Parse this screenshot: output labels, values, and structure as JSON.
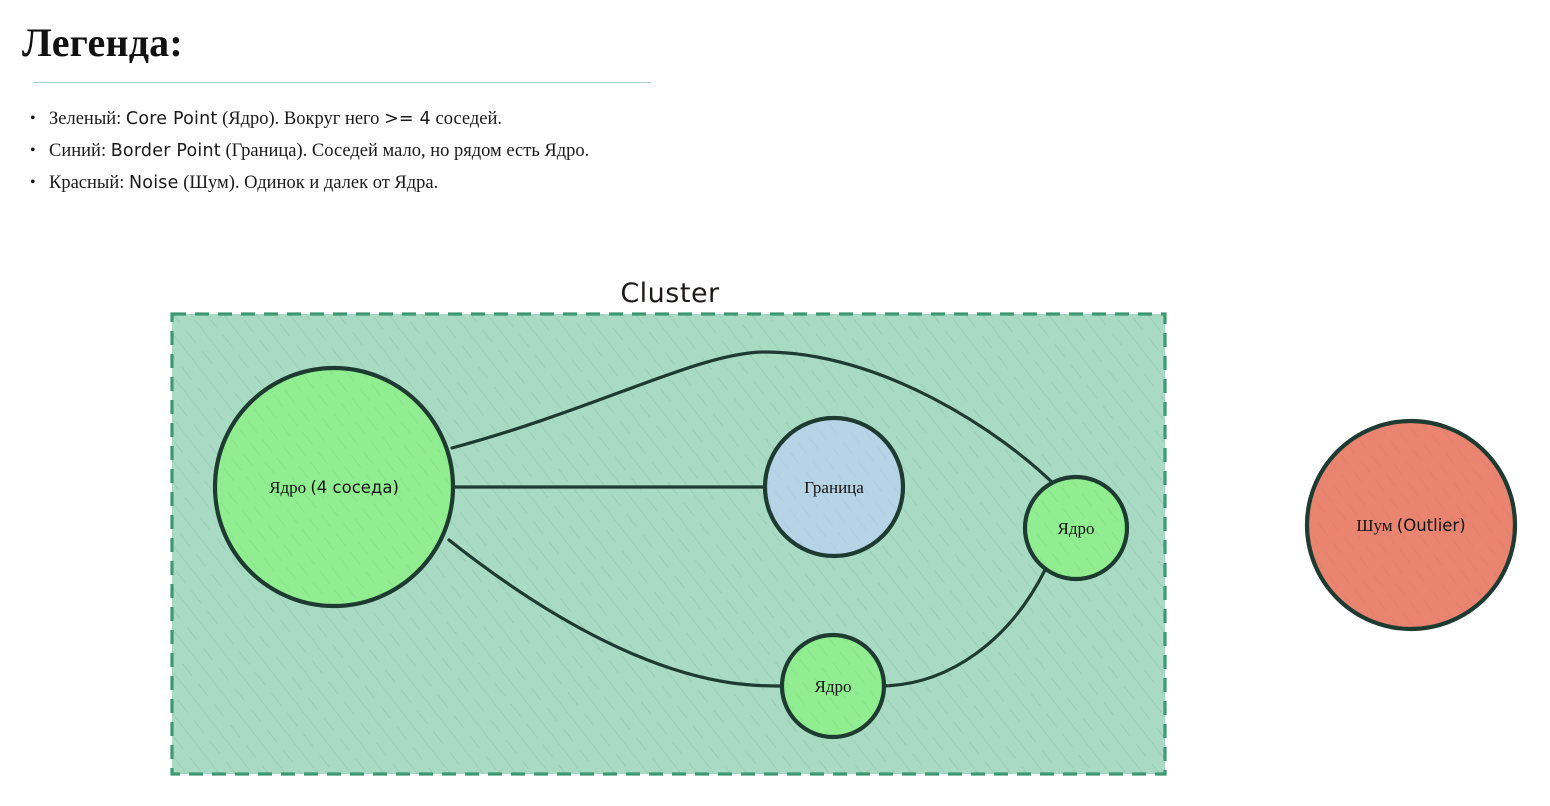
{
  "legend": {
    "title": "Легенда:",
    "items": [
      {
        "bullet": "•",
        "prefix": "Зеленый: ",
        "term": "Core Point",
        "suffix": " (Ядро). Вокруг него ",
        "term2": ">= 4",
        "suffix2": " соседей."
      },
      {
        "bullet": "•",
        "prefix": "Синий: ",
        "term": "Border Point",
        "suffix": " (Граница). Соседей мало, но рядом есть Ядро.",
        "term2": "",
        "suffix2": ""
      },
      {
        "bullet": "•",
        "prefix": "Красный: ",
        "term": "Noise",
        "suffix": " (Шум). Одинок и далек от Ядра.",
        "term2": "",
        "suffix2": ""
      }
    ]
  },
  "diagram": {
    "cluster_title": "Cluster",
    "nodes": {
      "core_main": {
        "label_ru": "Ядро ",
        "label_lat": "(4 соседа)",
        "type": "core"
      },
      "border": {
        "label_ru": "Граница",
        "label_lat": "",
        "type": "border"
      },
      "core_right": {
        "label_ru": "Ядро",
        "label_lat": "",
        "type": "core"
      },
      "core_bottom": {
        "label_ru": "Ядро",
        "label_lat": "",
        "type": "core"
      },
      "noise": {
        "label_ru": "Шум ",
        "label_lat": "(Outlier)",
        "type": "noise"
      }
    },
    "colors": {
      "core_fill": "#90ee90",
      "border_fill": "#b6d4e6",
      "noise_fill": "#e98471",
      "cluster_fill": "#a9dbc4",
      "cluster_stroke": "#3d9970",
      "node_stroke": "#1d3b31",
      "edge_stroke": "#1d3b31",
      "rule": "#a9cfbe"
    }
  }
}
